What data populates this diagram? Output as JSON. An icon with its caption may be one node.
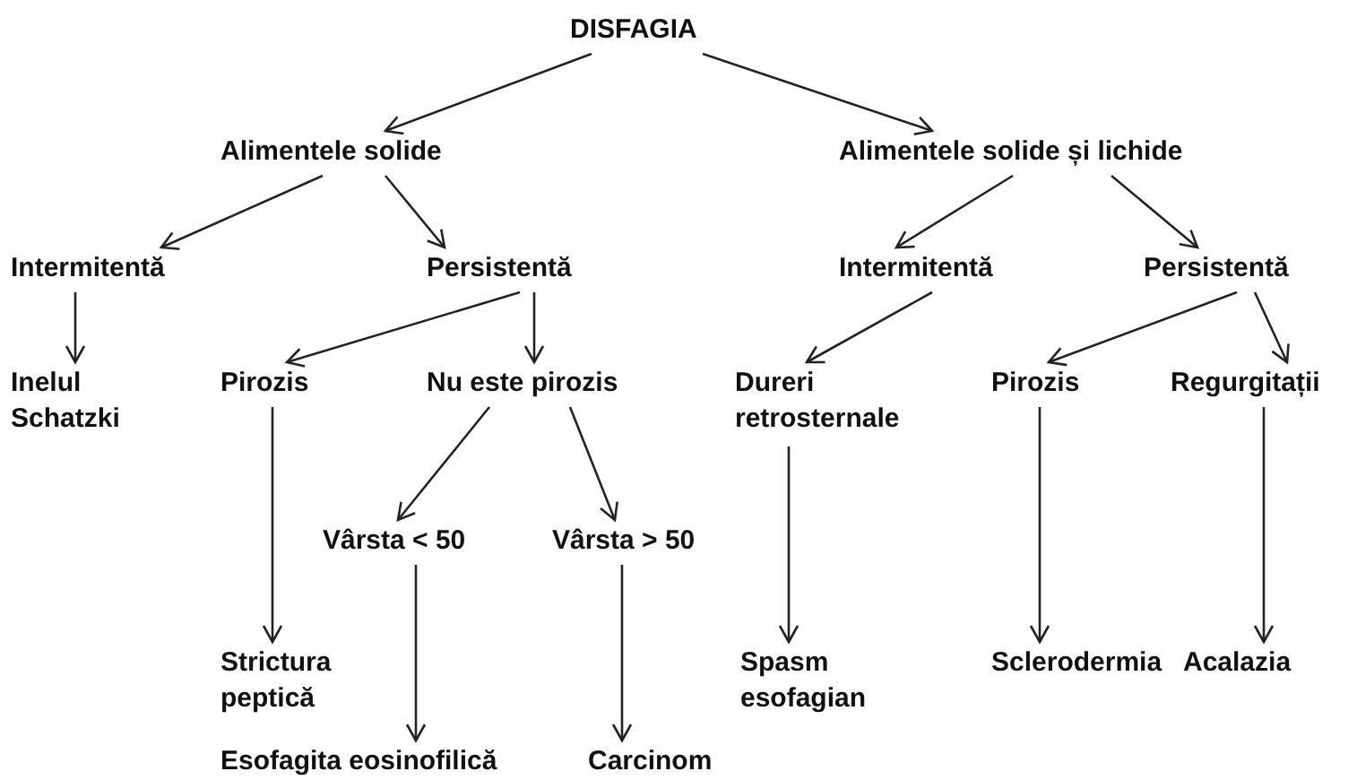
{
  "diagram": {
    "nodes": [
      {
        "text": [
          "DISFAGIA"
        ]
      },
      {
        "text": [
          "Alimentele solide"
        ]
      },
      {
        "text": [
          "Alimentele solide și lichide"
        ]
      },
      {
        "text": [
          "Intermitentă"
        ]
      },
      {
        "text": [
          "Persistentă"
        ]
      },
      {
        "text": [
          "Intermitentă"
        ]
      },
      {
        "text": [
          "Persistentă"
        ]
      },
      {
        "text": [
          "Inelul Schatzki"
        ]
      },
      {
        "text": [
          "Pirozis"
        ]
      },
      {
        "text": [
          "Nu este pirozis"
        ]
      },
      {
        "text": [
          "Dureri retrosternale"
        ]
      },
      {
        "text": [
          "Pirozis"
        ]
      },
      {
        "text": [
          "Regurgitații"
        ]
      },
      {
        "text": [
          "Vârsta < 50"
        ]
      },
      {
        "text": [
          "Vârsta > 50"
        ]
      },
      {
        "text": [
          "Strictura peptică"
        ]
      },
      {
        "text": [
          "Spasm esofagian"
        ]
      },
      {
        "text": [
          "Sclerodermia"
        ]
      },
      {
        "text": [
          "Acalazia"
        ]
      },
      {
        "text": [
          "Esofagita eosinofilică"
        ]
      },
      {
        "text": [
          "Carcinom"
        ]
      }
    ],
    "edges": [
      {
        "from": 0,
        "to": 1,
        "arrow": "to"
      },
      {
        "from": 0,
        "to": 2,
        "arrow": "to"
      },
      {
        "from": 1,
        "to": 3,
        "arrow": "to"
      },
      {
        "from": 1,
        "to": 4,
        "arrow": "to"
      },
      {
        "from": 3,
        "to": 7,
        "arrow": "to"
      },
      {
        "from": 4,
        "to": 8,
        "arrow": "to"
      },
      {
        "from": 4,
        "to": 9,
        "arrow": "to"
      },
      {
        "from": 8,
        "to": 15,
        "arrow": "to"
      },
      {
        "from": 9,
        "to": 13,
        "arrow": "to"
      },
      {
        "from": 9,
        "to": 14,
        "arrow": "to"
      },
      {
        "from": 13,
        "to": 19,
        "arrow": "to"
      },
      {
        "from": 14,
        "to": 20,
        "arrow": "to"
      },
      {
        "from": 2,
        "to": 5,
        "arrow": "to"
      },
      {
        "from": 2,
        "to": 6,
        "arrow": "to"
      },
      {
        "from": 5,
        "to": 10,
        "arrow": "to"
      },
      {
        "from": 6,
        "to": 11,
        "arrow": "to"
      },
      {
        "from": 6,
        "to": 12,
        "arrow": "to"
      },
      {
        "from": 10,
        "to": 16,
        "arrow": "to"
      },
      {
        "from": 11,
        "to": 17,
        "arrow": "to"
      },
      {
        "from": 12,
        "to": 18,
        "arrow": "to"
      }
    ]
  }
}
